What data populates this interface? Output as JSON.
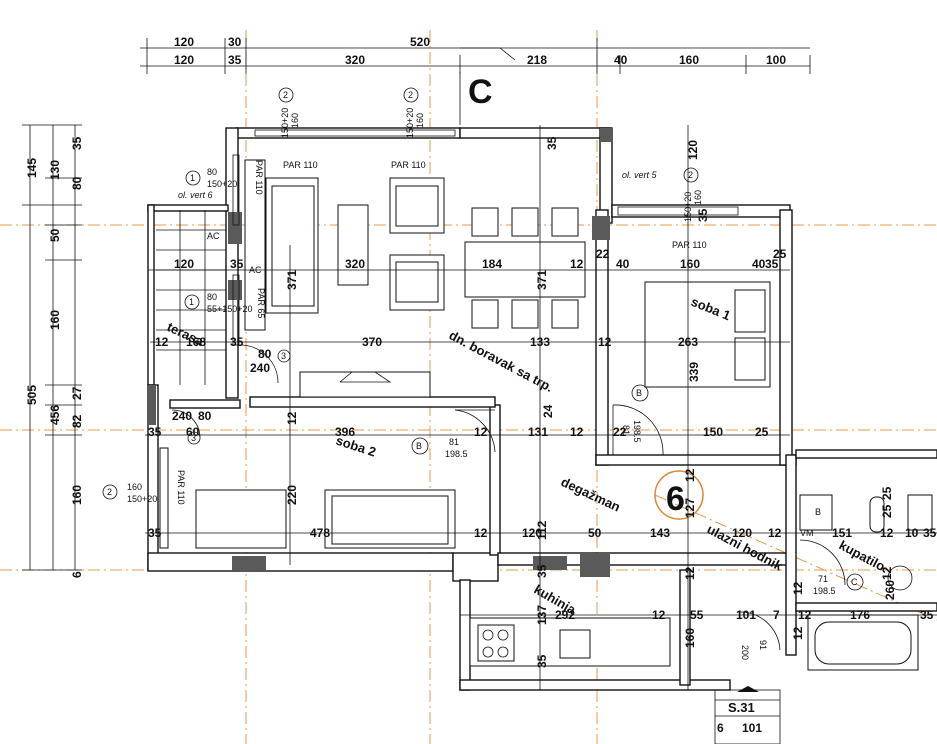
{
  "top_dims_row1": [
    "120",
    "30",
    "520"
  ],
  "top_dims_row2": [
    "120",
    "35",
    "320",
    "218",
    "40",
    "160",
    "100"
  ],
  "axis_letter": "C",
  "left_dims_outer": [
    "145",
    "505"
  ],
  "left_dims_mid": [
    "130",
    "50",
    "160",
    "456"
  ],
  "left_dims_inner": [
    "35",
    "80",
    "27",
    "82",
    "160",
    "6"
  ],
  "window_marks": [
    {
      "num": "2",
      "lines": [
        "160",
        "150+20"
      ]
    },
    {
      "num": "2",
      "lines": [
        "160",
        "150+20"
      ]
    },
    {
      "num": "1",
      "lines": [
        "80",
        "150+20"
      ]
    },
    {
      "num": "2",
      "lines": [
        "160",
        "150+20"
      ]
    },
    {
      "num": "1",
      "lines": [
        "80",
        "55+150+20"
      ]
    },
    {
      "num": "2",
      "lines": [
        "160",
        "150+20"
      ]
    }
  ],
  "labels": {
    "par110_a": "PAR 110",
    "par110_b": "PAR 110",
    "par110_c": "PAR 110",
    "par110_v1": "PAR 110",
    "par110_v2": "PAR 110",
    "par65": "PAR 65",
    "ol_vert6": "ol. vert 6",
    "ol_vert5": "ol. vert 5",
    "ac1": "AC",
    "ac2": "AC",
    "vm": "VM",
    "s31": "S.31",
    "s31_a": "6",
    "s31_b": "101",
    "apt_num": "6"
  },
  "rooms": {
    "living": "dn. boravak sa trp.",
    "room1": "soba 1",
    "room2": "soba 2",
    "storage": "degažman",
    "hall": "ulazni hodnik",
    "bath": "kupatilo",
    "kitchen": "kuhinja",
    "terrace": "terasa"
  },
  "interior_dims": {
    "d35a": "35",
    "d120a": "120",
    "d35b": "35",
    "d371a": "371",
    "d320": "320",
    "d184": "184",
    "d12a": "12",
    "d371b": "371",
    "d22a": "22",
    "d40a": "40",
    "d160a": "160",
    "d40b": "40",
    "d25a": "25",
    "d35c": "35",
    "d120b": "120",
    "d12b": "12",
    "d168": "168",
    "d35d": "35",
    "d370": "370",
    "d133": "133",
    "d12c": "12",
    "d263": "263",
    "d339": "339",
    "d160b": "160",
    "d12d": "12",
    "d396": "396",
    "d24": "24",
    "d12e": "12",
    "d131": "131",
    "d12f": "12",
    "d22b": "22",
    "d150": "150",
    "d25b": "25",
    "d35e": "35",
    "d220": "220",
    "d12g": "12",
    "d127": "127",
    "d35f": "35",
    "d478": "478",
    "d12h": "12",
    "d120c": "120",
    "d50": "50",
    "d143": "143",
    "d120d": "120",
    "d12i": "12",
    "d151": "151",
    "d12j": "12",
    "d112": "112",
    "d35g": "35",
    "d12k": "12",
    "d35h": "35",
    "d137": "137",
    "d292": "292",
    "d12l": "12",
    "d55": "55",
    "d101": "101",
    "d7": "7",
    "d12m": "12",
    "d176": "176",
    "d35i": "35",
    "d160c": "160",
    "d25c": "25",
    "d12n": "12",
    "d260": "260",
    "d25d": "25",
    "d12o": "12",
    "d10": "10",
    "d35j": "35",
    "d60": "60",
    "d35k": "35",
    "d12p": "12",
    "d80": "80",
    "d240": "240",
    "d240b": "240",
    "d80b": "80"
  },
  "doors": {
    "b1": {
      "letter": "B",
      "a": "81",
      "b": "198.5"
    },
    "b2": {
      "letter": "B",
      "a": "81",
      "b": "198.5"
    },
    "c1": {
      "letter": "C",
      "a": "71",
      "b": "198.5"
    },
    "b3": {
      "letter": "B"
    },
    "d1": {
      "a": "91",
      "b": "200"
    },
    "n3a": "3",
    "n3b": "3"
  }
}
